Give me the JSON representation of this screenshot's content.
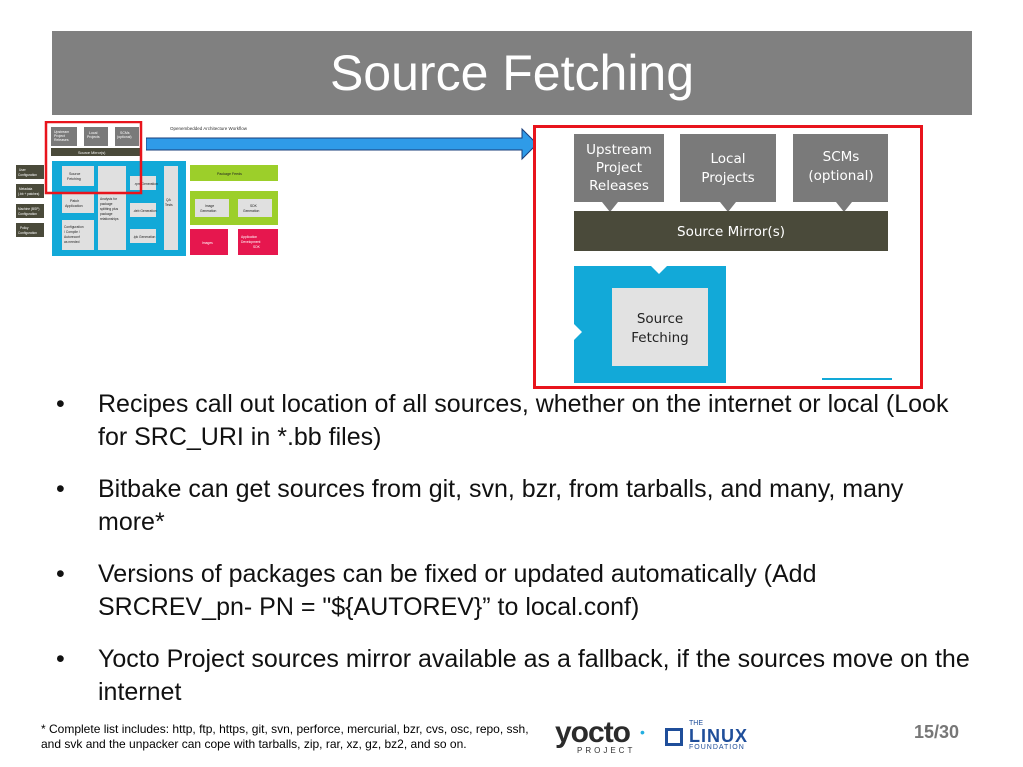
{
  "slide": {
    "title": "Source Fetching",
    "page_number": "15/30"
  },
  "thumbnail": {
    "workflow_title": "Openembedded Architecture Workflow",
    "upstream": "Upstream Project Releases",
    "local_projects": "Local Projects",
    "scms": "SCMs (optional)",
    "source_mirrors": "Source Mirror(s)",
    "user_config": "User Configuration",
    "metadata": "Metadata (.bb + patches)",
    "machine_config": "Machine (BSP) Configuration",
    "policy_config": "Policy Configuration",
    "source_fetching": "Source Fetching",
    "patch_application": "Patch Application",
    "configure": "Configuration / Compile / Autoreconf as needed",
    "analysis": "Analysis for package splitting plus package relationships",
    "rpm_gen": ".rpm Generation",
    "deb_gen": ".deb Generation",
    "ipk_gen": ".ipk Generation",
    "qa_tests": "QA Tests",
    "package_feeds": "Package Feeds",
    "image_gen": "Image Generation",
    "sdk_gen": "SDK Generation",
    "images": "Images",
    "app_dev_sdk": "Application Development SDK"
  },
  "zoom": {
    "upstream": [
      "Upstream",
      "Project",
      "Releases"
    ],
    "local_projects": [
      "Local",
      "Projects"
    ],
    "scms": [
      "SCMs",
      "(optional)"
    ],
    "source_mirrors": "Source Mirror(s)",
    "source_fetching": [
      "Source",
      "Fetching"
    ]
  },
  "bullets": [
    {
      "marker": "•",
      "text": "Recipes call out location of all sources, whether on the internet or local (Look for SRC_URI in *.bb files)"
    },
    {
      "marker": "•",
      "text": "Bitbake can get sources from git, svn, bzr, from tarballs, and many, many more*"
    },
    {
      "marker": "•",
      "text": "Versions of packages can be fixed or updated automatically (Add SRCREV_pn- PN = \"${AUTOREV}” to local.conf)"
    },
    {
      "marker": "•",
      "text": "Yocto Project sources mirror available as a fallback, if the sources move on the internet"
    }
  ],
  "footnote": "* Complete list includes: http, ftp, https, git, svn, perforce, mercurial, bzr, cvs,  osc, repo, ssh, and svk and the unpacker can cope with tarballs, zip, rar, xz, gz, bz2, and so on.",
  "logos": {
    "yocto_word": "yocto",
    "yocto_sub": "PROJECT",
    "lf_the": "THE",
    "lf_linux": "LINUX",
    "lf_foundation": "FOUNDATION"
  },
  "colors": {
    "title_bar": "#808080",
    "highlight_red": "#e8141c",
    "arrow_blue": "#2f9be8",
    "cyan": "#12a9d8",
    "olive": "#4a4a3a",
    "gray_box": "#7a7a7a",
    "green": "#9ccf2a",
    "pink": "#e6174e"
  }
}
